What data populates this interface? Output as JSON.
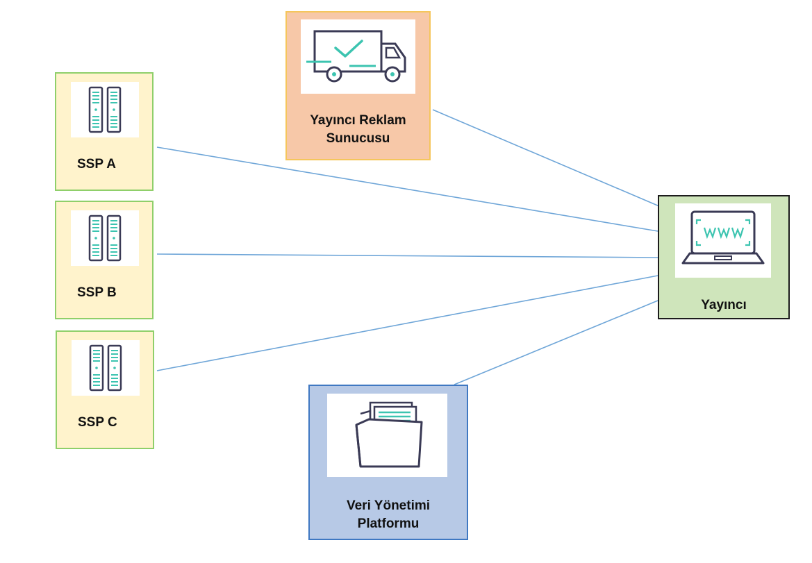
{
  "diagram": {
    "nodes": {
      "ssp_a": {
        "label": "SSP A",
        "icon": "server-rack-icon"
      },
      "ssp_b": {
        "label": "SSP B",
        "icon": "server-rack-icon"
      },
      "ssp_c": {
        "label": "SSP C",
        "icon": "server-rack-icon"
      },
      "ad_server": {
        "label": "Yayıncı Reklam\nSunucusu",
        "icon": "delivery-truck-icon"
      },
      "publisher": {
        "label": "Yayıncı",
        "icon": "laptop-www-icon"
      },
      "dmp": {
        "label": "Veri Yönetimi\nPlatformu",
        "icon": "folder-documents-icon"
      }
    },
    "edges": [
      {
        "from": "ssp_a",
        "to": "publisher"
      },
      {
        "from": "ssp_b",
        "to": "publisher"
      },
      {
        "from": "ssp_c",
        "to": "publisher"
      },
      {
        "from": "ad_server",
        "to": "publisher"
      },
      {
        "from": "dmp",
        "to": "publisher"
      }
    ],
    "colors": {
      "line": "#6fa6d8",
      "teal": "#3cc4b0",
      "icon_stroke": "#3a3a55",
      "ssp_fill": "#fff3cc",
      "ad_server_fill": "#f7c8a8",
      "publisher_fill": "#cfe5bb",
      "dmp_fill": "#b7c9e6"
    }
  }
}
